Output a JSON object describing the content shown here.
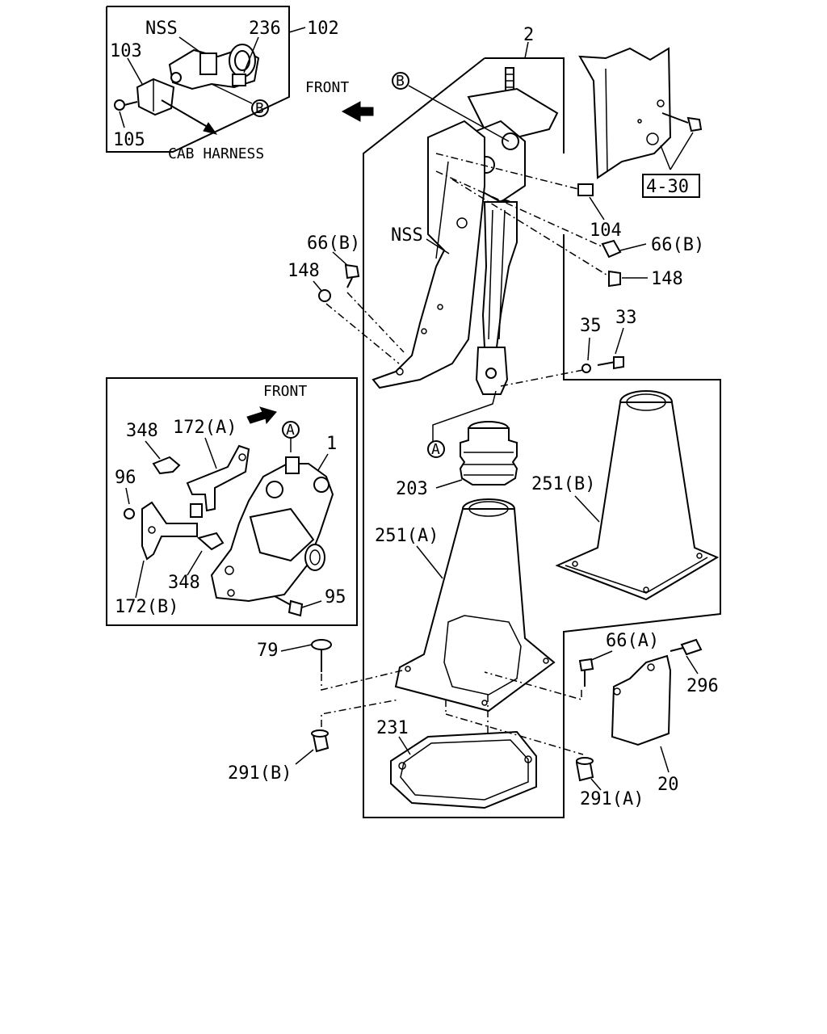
{
  "labels": {
    "nss_inset": "NSS",
    "p236": "236",
    "p102": "102",
    "p103": "103",
    "p105": "105",
    "cab_harness": "CAB HARNESS",
    "front_top": "FRONT",
    "p2": "2",
    "p4_30": "4-30",
    "p104": "104",
    "p66b_right": "66(B)",
    "p148_right": "148",
    "p66b_left": "66(B)",
    "p148_left": "148",
    "nss_main": "NSS",
    "p35": "35",
    "p33": "33",
    "front_inset": "FRONT",
    "p348_top": "348",
    "p172a": "172(A)",
    "p1": "1",
    "p96": "96",
    "p348_bottom": "348",
    "p95": "95",
    "p172b": "172(B)",
    "p203": "203",
    "p251b": "251(B)",
    "p251a": "251(A)",
    "p79": "79",
    "p66a": "66(A)",
    "p296": "296",
    "p231": "231",
    "p291b": "291(B)",
    "p291a": "291(A)",
    "p20": "20"
  },
  "callouts": {
    "b_inset": "B",
    "b_main": "B",
    "a_inset": "A",
    "a_main": "A"
  },
  "icons": {
    "front_arrow_top": "front-arrow-icon",
    "front_arrow_inset": "front-arrow-icon"
  }
}
